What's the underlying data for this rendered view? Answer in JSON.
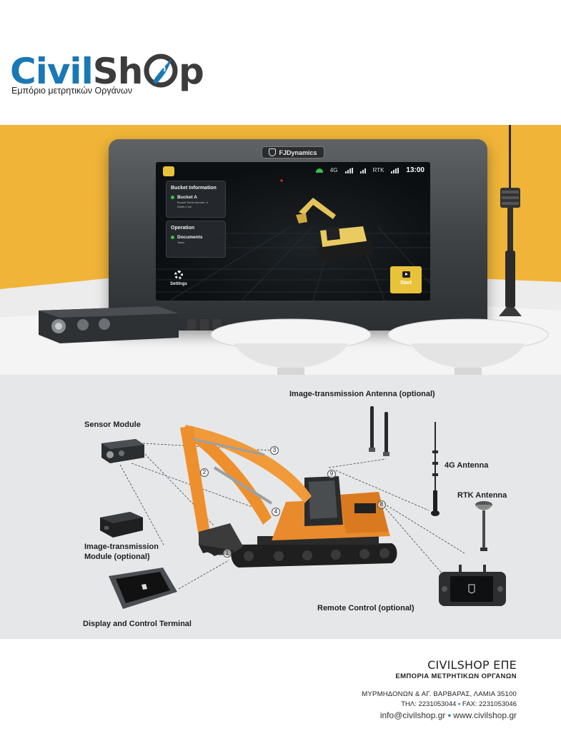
{
  "brand": {
    "logo_part1": "Civil",
    "logo_part2": "Sh",
    "logo_part3": "p",
    "tagline": "Εμπόριο μετρητικών Οργάνων",
    "colors": {
      "blue": "#1a78b4",
      "dark": "#3c3c3c",
      "hero_yellow": "#efb438"
    }
  },
  "terminal": {
    "brand": "FJDynamics",
    "time": "13:00",
    "status_net1": "4G",
    "status_net2": "RTK",
    "bucket_panel_title": "Bucket Information",
    "bucket_name": "Bucket A",
    "bucket_detail1": "Bucket Teeth Number: 6",
    "bucket_detail2": "Width:1.5m",
    "operation_title": "Operation",
    "documents_label": "Documents",
    "documents_sub": "Tasks",
    "settings_label": "Settings",
    "start_label": "Start"
  },
  "diagram": {
    "labels": {
      "image_antenna": "Image-transmission Antenna (optional)",
      "sensor_module": "Sensor Module",
      "antenna_4g": "4G Antenna",
      "rtk_antenna": "RTK Antenna",
      "image_module_line1": "Image-transmission",
      "image_module_line2": "Module (optional)",
      "remote_control": "Remote Control (optional)",
      "display_terminal": "Display and Control Terminal"
    },
    "markers": [
      "1",
      "2",
      "3",
      "4",
      "8",
      "9"
    ]
  },
  "footer": {
    "company": "CIVILSHOP ΕΠΕ",
    "subtitle": "ΕΜΠΟΡΙΑ ΜΕΤΡΗΤΙΚΩΝ ΟΡΓΑΝΩΝ",
    "address": "ΜΥΡΜΗΔΟΝΩΝ & ΑΓ. ΒΑΡΒΑΡΑΣ, ΛΑΜΙΑ 35100",
    "tel": "ΤΗΛ: 2231053044",
    "fax": "FAX: 2231053046",
    "email": "info@civilshop.gr",
    "web": "www.civilshop.gr",
    "separator": "•"
  }
}
